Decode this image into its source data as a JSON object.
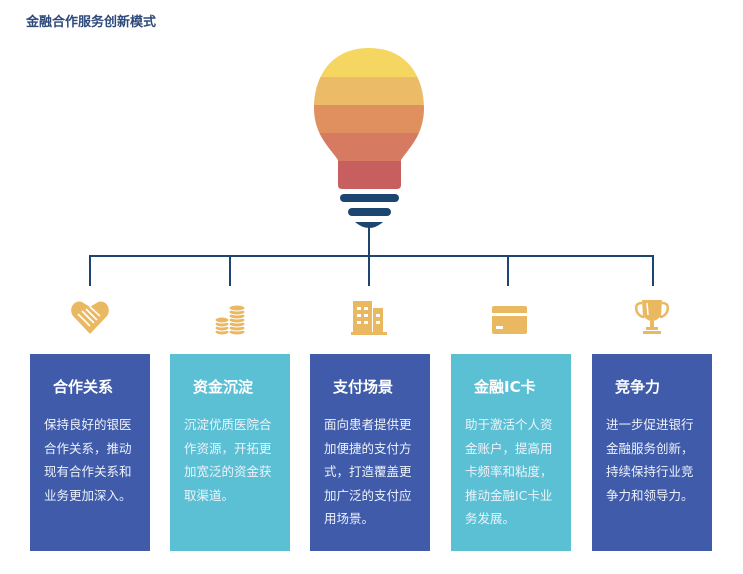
{
  "title": "金融合作服务创新模式",
  "colors": {
    "dark": "#3f5ba9",
    "light": "#5bc0d3",
    "icon": "#ebb862",
    "line": "#1c456f"
  },
  "cards": [
    {
      "title": "合作关系",
      "body": "保持良好的银医合作关系，推动现有合作关系和业务更加深入。",
      "icon": "handshake-icon"
    },
    {
      "title": "资金沉淀",
      "body": "沉淀优质医院合作资源，开拓更加宽泛的资金获取渠道。",
      "icon": "coins-icon"
    },
    {
      "title": "支付场景",
      "body": "面向患者提供更加便捷的支付方式，打造覆盖更加广泛的支付应用场景。",
      "icon": "building-icon"
    },
    {
      "title": "金融IC卡",
      "body": "助于激活个人资金账户，提高用卡频率和粘度，推动金融IC卡业务发展。",
      "icon": "card-icon"
    },
    {
      "title": "竞争力",
      "body": "进一步促进银行金融服务创新，持续保持行业竞争力和领导力。",
      "icon": "trophy-icon"
    }
  ]
}
